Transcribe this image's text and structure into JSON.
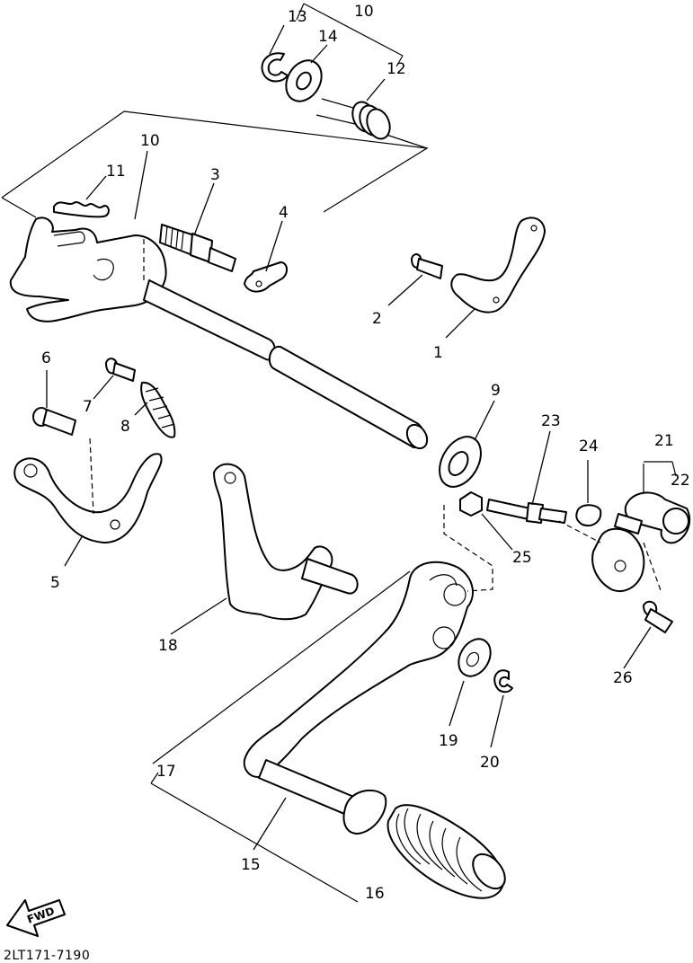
{
  "callouts": {
    "c1": "1",
    "c2": "2",
    "c3": "3",
    "c4": "4",
    "c5": "5",
    "c6": "6",
    "c7": "7",
    "c8": "8",
    "c9": "9",
    "c10a": "10",
    "c10b": "10",
    "c11": "11",
    "c12": "12",
    "c13": "13",
    "c14": "14",
    "c15": "15",
    "c16": "16",
    "c17": "17",
    "c18": "18",
    "c19": "19",
    "c20": "20",
    "c21": "21",
    "c22": "22",
    "c23": "23",
    "c24": "24",
    "c25": "25",
    "c26": "26"
  },
  "fwd_arrow": {
    "label": "FWD"
  },
  "diagram_code": "2LT171-7190"
}
